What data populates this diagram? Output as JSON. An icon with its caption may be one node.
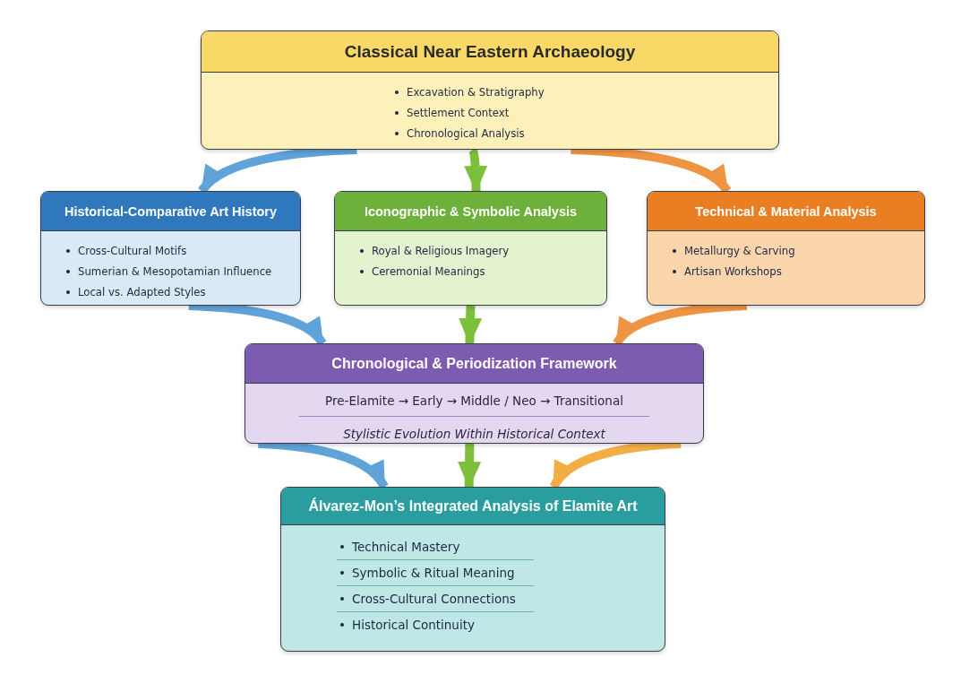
{
  "diagram": {
    "nodes": [
      {
        "text": [
          "Classical Near Eastern Archaeology",
          "Excavation & Stratigraphy",
          "Settlement Context",
          "Chronological Analysis"
        ]
      },
      {
        "text": [
          "Historical-Comparative Art History",
          "Cross-Cultural Motifs",
          "Sumerian & Mesopotamian Influence",
          "Local vs. Adapted Styles"
        ]
      },
      {
        "text": [
          "Iconographic & Symbolic Analysis",
          "Royal & Religious Imagery",
          "Ceremonial Meanings"
        ]
      },
      {
        "text": [
          "Technical & Material Analysis",
          "Metallurgy & Carving",
          "Artisan Workshops"
        ]
      },
      {
        "text": [
          "Chronological & Periodization Framework",
          "Pre-Elamite → Early → Middle / Neo → Transitional",
          "Stylistic Evolution Within Historical Context"
        ]
      },
      {
        "text": [
          "Álvarez-Mon’s Integrated Analysis of Elamite Art",
          "Technical Mastery",
          "Symbolic & Ritual Meaning",
          "Cross-Cultural Connections",
          "Historical Continuity"
        ]
      }
    ],
    "edges": [
      {
        "from": 0,
        "to": 1,
        "arrow": "to",
        "color": "#5fa3d8"
      },
      {
        "from": 0,
        "to": 2,
        "arrow": "to",
        "color": "#7cbf3a"
      },
      {
        "from": 0,
        "to": 3,
        "arrow": "to",
        "color": "#ef9442"
      },
      {
        "from": 1,
        "to": 4,
        "arrow": "to",
        "color": "#5fa3d8"
      },
      {
        "from": 2,
        "to": 4,
        "arrow": "to",
        "color": "#7cbf3a"
      },
      {
        "from": 3,
        "to": 4,
        "arrow": "to",
        "color": "#ef9442"
      },
      {
        "from": 4,
        "to": 5,
        "arrow": "to",
        "color": "#5fa3d8"
      },
      {
        "from": 4,
        "to": 5,
        "arrow": "to",
        "color": "#7cbf3a"
      },
      {
        "from": 4,
        "to": 5,
        "arrow": "to",
        "color": "#f3ad45"
      }
    ]
  }
}
